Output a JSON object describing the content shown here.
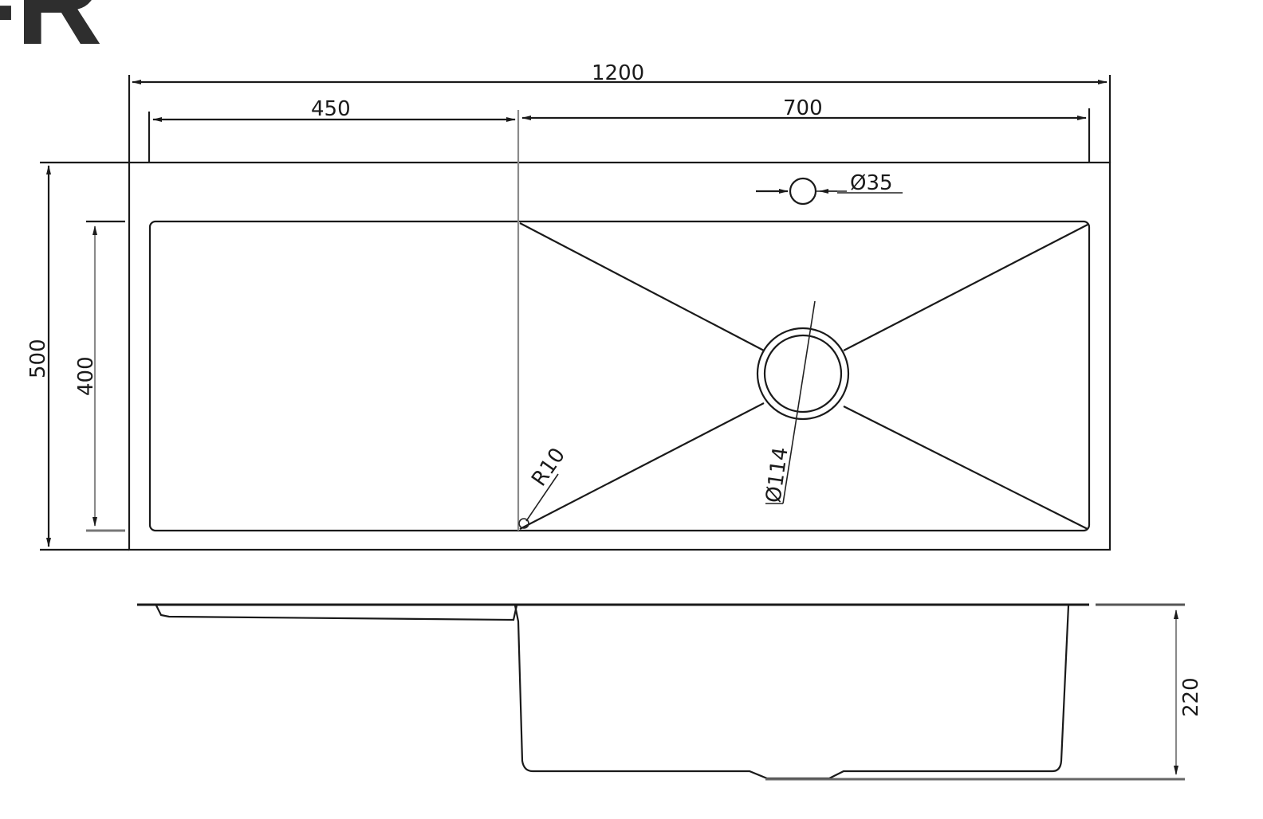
{
  "title": {
    "visible_fragment": "-R"
  },
  "top_view": {
    "dimensions": {
      "overall_length": "1200",
      "drainboard_length": "450",
      "bowl_length": "700",
      "overall_width": "500",
      "bowl_width": "400",
      "tap_hole": "Ø35",
      "drain_diameter": "Ø114",
      "corner_radius": "R10"
    }
  },
  "side_view": {
    "dimensions": {
      "bowl_depth": "220"
    }
  },
  "colors": {
    "line": "#1a1a1a",
    "construction_line": "#8a8a8a",
    "background": "#ffffff"
  }
}
